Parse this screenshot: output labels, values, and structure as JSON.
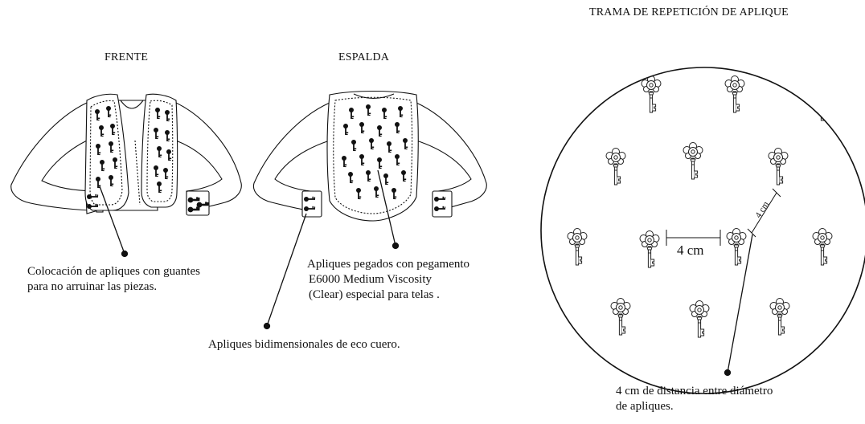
{
  "titles": {
    "front": "FRENTE",
    "back": "ESPALDA",
    "pattern": "TRAMA DE REPETICIÓN DE APLIQUE"
  },
  "notes": {
    "gloves": [
      "Colocación de apliques con guantes",
      "para no arruinar las piezas."
    ],
    "glue": [
      "Apliques pegados con pegamento",
      "E6000 Medium Viscosity",
      "(Clear) especial para telas ."
    ],
    "eco": "Apliques bidimensionales de eco cuero.",
    "distance": [
      "4 cm de distancia entre diámetro",
      "de apliques."
    ]
  },
  "measures": {
    "horizontal": "4 cm",
    "diagonal": "4 cm"
  },
  "colors": {
    "ink": "#111111",
    "fill": "#ffffff"
  },
  "icons": {
    "applique": "key-icon"
  }
}
